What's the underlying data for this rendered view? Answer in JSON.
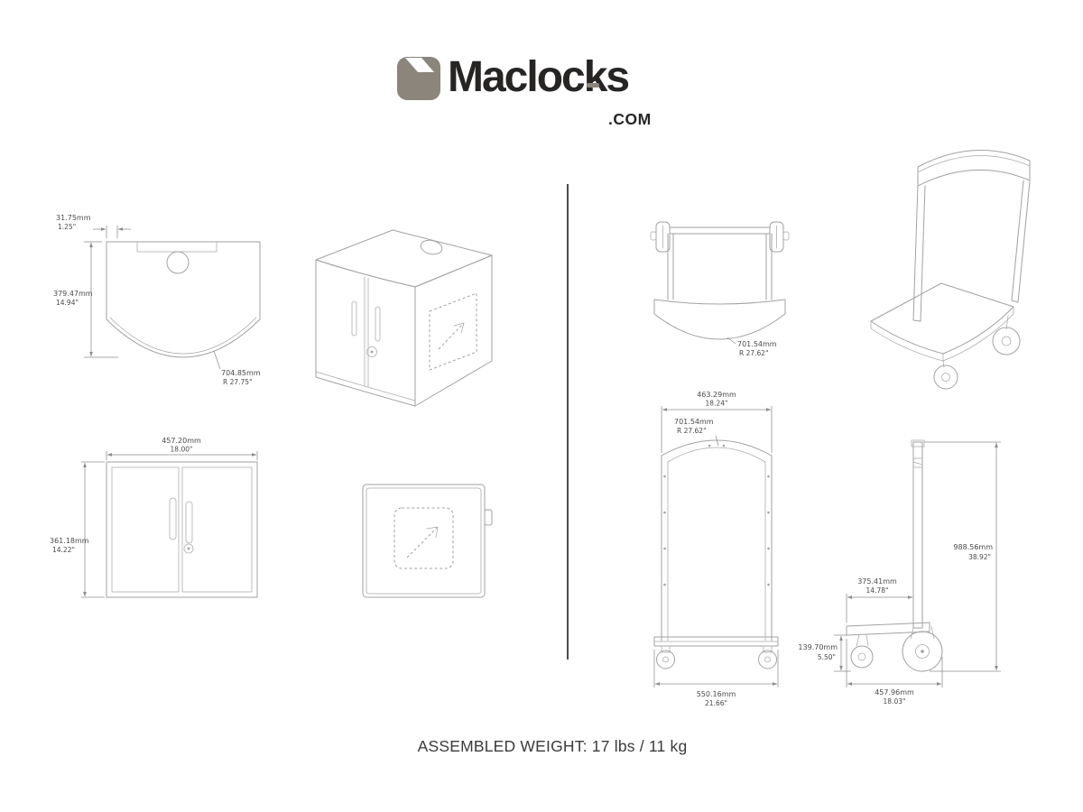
{
  "logo": {
    "brand": "Maclocks",
    "tld": ".COM"
  },
  "footer": {
    "weight": "ASSEMBLED WEIGHT: 17 lbs / 11 kg"
  },
  "colors": {
    "logo_gray": "#8b857b",
    "ink": "#272524",
    "line_gray": "#a2a2a2"
  },
  "dims": {
    "cab_top": {
      "lip_mm": "31.75mm",
      "lip_in": "1.25\"",
      "depth_mm": "379.47mm",
      "depth_in": "14.94\"",
      "rad_mm": "704.85mm",
      "rad_in": "R 27.75\""
    },
    "cab_front": {
      "w_mm": "457.20mm",
      "w_in": "18.00\"",
      "h_mm": "361.18mm",
      "h_in": "14.22\""
    },
    "cart_rear": {
      "rad_mm": "701.54mm",
      "rad_in": "R 27.62\""
    },
    "cart_front": {
      "w_mm": "463.29mm",
      "w_in": "18.24\"",
      "rad_mm": "701.54mm",
      "rad_in": "R 27.62\"",
      "base_mm": "550.16mm",
      "base_in": "21.66\""
    },
    "cart_side": {
      "h_mm": "988.56mm",
      "h_in": "38.92\"",
      "d_mm": "375.41mm",
      "d_in": "14.78\"",
      "caster_mm": "139.70mm",
      "caster_in": "5.50\"",
      "base_mm": "457.96mm",
      "base_in": "18.03\""
    }
  }
}
